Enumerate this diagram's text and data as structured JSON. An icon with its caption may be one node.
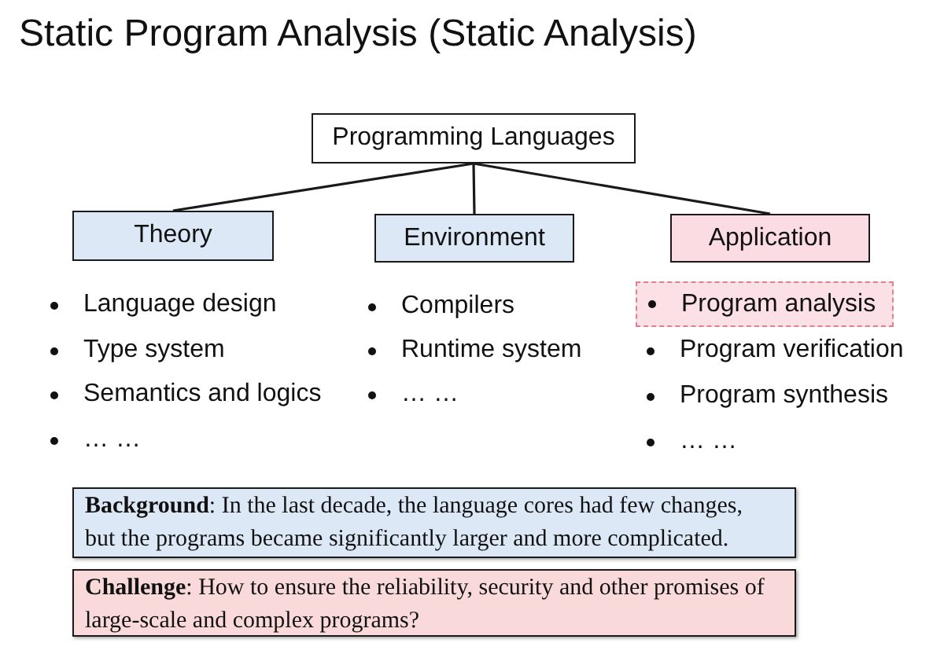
{
  "diagram": {
    "title": "Static Program Analysis (Static Analysis)",
    "nodes": [
      {
        "text": [
          "Programming Languages"
        ]
      },
      {
        "text": [
          "Theory"
        ]
      },
      {
        "text": [
          "Environment"
        ]
      },
      {
        "text": [
          "Application"
        ]
      },
      {
        "text": [
          "Program analysis"
        ]
      },
      {
        "text": [
          "**Background**: In the last decade, the language cores had few changes, but the programs became significantly larger and more complicated."
        ]
      },
      {
        "text": [
          "**Challenge**: How to ensure the reliability, security and other promises of large-scale and complex programs?"
        ]
      }
    ],
    "edges": [
      {
        "from": 0,
        "to": 1,
        "arrow": "none"
      },
      {
        "from": 0,
        "to": 2,
        "arrow": "none"
      },
      {
        "from": 0,
        "to": 3,
        "arrow": "none"
      }
    ],
    "labels": [
      "Language design",
      "Type system",
      "Semantics and logics",
      "… …",
      "Compilers",
      "Runtime system",
      "… …",
      "Program verification",
      "Program synthesis",
      "… …"
    ]
  }
}
